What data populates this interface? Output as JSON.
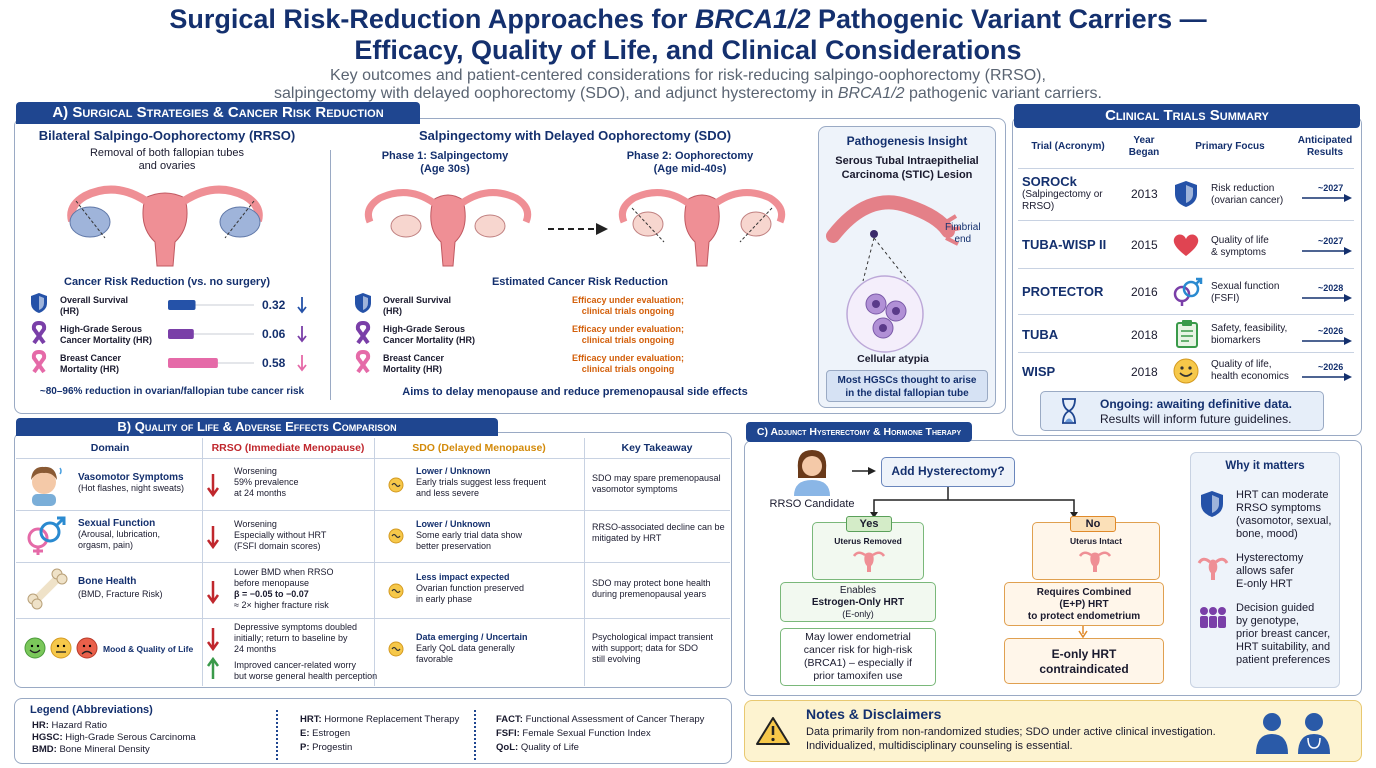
{
  "header": {
    "title_1": "Surgical Risk-Reduction Approaches for ",
    "title_em": "BRCA1/2",
    "title_2": " Pathogenic Variant Carriers —",
    "title_line2": "Efficacy, Quality of Life, and Clinical Considerations",
    "subtitle_1": "Key outcomes and patient-centered considerations for risk-reducing salpingo-oophorectomy (RRSO),",
    "subtitle_2": "salpingectomy with delayed oophorectomy (SDO), and adjunct hysterectomy in ",
    "subtitle_em": "BRCA1/2",
    "subtitle_3": " pathogenic variant carriers."
  },
  "sectionA": {
    "tab": "A) Surgical Strategies & Cancer Risk Reduction",
    "rrso": {
      "title": "Bilateral Salpingo-Oophorectomy (RRSO)",
      "desc_1": "Removal of both fallopian tubes",
      "desc_2": "and ovaries",
      "risk_title": "Cancer Risk Reduction (vs. no surgery)",
      "rows": [
        {
          "label_1": "Overall Survival",
          "label_2": "(HR)",
          "hr": 0.32,
          "hr_text": "0.32",
          "color": "#2552a8"
        },
        {
          "label_1": "High-Grade Serous",
          "label_2": "Cancer Mortality (HR)",
          "hr": 0.06,
          "hr_text": "0.06",
          "color": "#7a3fa8"
        },
        {
          "label_1": "Breast Cancer",
          "label_2": "Mortality (HR)",
          "hr": 0.58,
          "hr_text": "0.58",
          "color": "#e56aa8"
        }
      ],
      "footer": "~80–96% reduction in ovarian/fallopian tube cancer risk"
    },
    "sdo": {
      "title": "Salpingectomy with Delayed Oophorectomy (SDO)",
      "phase1": "Phase 1: Salpingectomy",
      "phase1_age": "(Age 30s)",
      "phase2": "Phase 2: Oophorectomy",
      "phase2_age": "(Age mid-40s)",
      "risk_title": "Estimated Cancer Risk Reduction",
      "rows": [
        {
          "label_1": "Overall Survival",
          "label_2": "(HR)",
          "status_1": "Efficacy under evaluation;",
          "status_2": "clinical trials ongoing"
        },
        {
          "label_1": "High-Grade Serous",
          "label_2": "Cancer Mortality (HR)",
          "status_1": "Efficacy under evaluation;",
          "status_2": "clinical trials ongoing"
        },
        {
          "label_1": "Breast Cancer",
          "label_2": "Mortality (HR)",
          "status_1": "Efficacy under evaluation;",
          "status_2": "clinical trials ongoing"
        }
      ],
      "footer": "Aims to delay menopause and reduce premenopausal side effects"
    },
    "patho": {
      "title": "Pathogenesis Insight",
      "sub_1": "Serous Tubal Intraepithelial",
      "sub_2": "Carcinoma (STIC) Lesion",
      "fimbrial_1": "Fimbrial",
      "fimbrial_2": "end",
      "atypia": "Cellular atypia",
      "note_1": "Most HGSCs thought to arise",
      "note_2": "in the distal fallopian tube"
    }
  },
  "trials": {
    "tab": "Clinical Trials Summary",
    "headers": {
      "acronym": "Trial (Acronym)",
      "year_1": "Year",
      "year_2": "Began",
      "focus": "Primary Focus",
      "results_1": "Anticipated",
      "results_2": "Results"
    },
    "rows": [
      {
        "name": "SOROCk",
        "name_sub_1": "(Salpingectomy or",
        "name_sub_2": "RRSO)",
        "year": "2013",
        "focus_1": "Risk reduction",
        "focus_2": "(ovarian cancer)",
        "result": "~2027",
        "icon": "shield-icon"
      },
      {
        "name": "TUBA-WISP II",
        "name_sub_1": "",
        "name_sub_2": "",
        "year": "2015",
        "focus_1": "Quality of life",
        "focus_2": "& symptoms",
        "result": "~2027",
        "icon": "heart-icon"
      },
      {
        "name": "PROTECTOR",
        "name_sub_1": "",
        "name_sub_2": "",
        "year": "2016",
        "focus_1": "Sexual function",
        "focus_2": "(FSFI)",
        "result": "~2028",
        "icon": "gender-icon"
      },
      {
        "name": "TUBA",
        "name_sub_1": "",
        "name_sub_2": "",
        "year": "2018",
        "focus_1": "Safety, feasibility,",
        "focus_2": "biomarkers",
        "result": "~2026",
        "icon": "clipboard-icon"
      },
      {
        "name": "WISP",
        "name_sub_1": "",
        "name_sub_2": "",
        "year": "2018",
        "focus_1": "Quality of life,",
        "focus_2": "health economics",
        "result": "~2026",
        "icon": "smiley-icon"
      }
    ],
    "ongoing_1": "Ongoing: awaiting definitive data.",
    "ongoing_2": "Results will inform future guidelines."
  },
  "sectionB": {
    "tab": "B) Quality of Life & Adverse Effects Comparison",
    "headers": {
      "domain": "Domain",
      "rrso": "RRSO (Immediate Menopause)",
      "sdo": "SDO (Delayed Menopause)",
      "key": "Key Takeaway"
    },
    "rows": [
      {
        "domain": "Vasomotor Symptoms",
        "domain_sub": "(Hot flashes, night sweats)",
        "rrso_1": "Worsening",
        "rrso_2": "59% prevalence",
        "rrso_3": "at 24 months",
        "sdo_1": "Lower / Unknown",
        "sdo_2": "Early trials suggest less frequent",
        "sdo_3": "and less severe",
        "key_1": "SDO may spare premenopausal",
        "key_2": "vasomotor symptoms"
      },
      {
        "domain": "Sexual Function",
        "domain_sub": "(Arousal, lubrication,",
        "domain_sub2": "orgasm, pain)",
        "rrso_1": "Worsening",
        "rrso_2": "Especially without HRT",
        "rrso_3": "(FSFI domain scores)",
        "sdo_1": "Lower / Unknown",
        "sdo_2": "Some early trial data show",
        "sdo_3": "better preservation",
        "key_1": "RRSO-associated decline can be",
        "key_2": "mitigated by HRT"
      },
      {
        "domain": "Bone Health",
        "domain_sub": "(BMD, Fracture Risk)",
        "rrso_1": "Lower BMD when RRSO",
        "rrso_2": "before menopause",
        "rrso_3": "β = −0.05 to −0.07",
        "rrso_4": "≈ 2× higher fracture risk",
        "sdo_1": "Less impact expected",
        "sdo_2": "Ovarian function preserved",
        "sdo_3": "in early phase",
        "key_1": "SDO may protect bone health",
        "key_2": "during premenopausal years"
      },
      {
        "domain": "Mood & Quality of Life",
        "rrso_1": "Depressive symptoms doubled",
        "rrso_2": "initially; return to baseline by",
        "rrso_3": "24 months",
        "rrso_4": "Improved cancer-related worry",
        "rrso_5": "but worse general health perception",
        "sdo_1": "Data emerging / Uncertain",
        "sdo_2": "Early QoL data generally",
        "sdo_3": "favorable",
        "key_1": "Psychological impact transient",
        "key_2": "with support; data for SDO",
        "key_3": "still evolving"
      }
    ]
  },
  "sectionC": {
    "tab": "C) Adjunct Hysterectomy & Hormone Therapy",
    "candidate": "RRSO Candidate",
    "question": "Add Hysterectomy?",
    "yes": "Yes",
    "no": "No",
    "removed": "Uterus Removed",
    "intact": "Uterus Intact",
    "yes_box_1": "Enables",
    "yes_box_2": "Estrogen-Only HRT",
    "yes_box_3": "(E-only)",
    "yes_note_1": "May lower endometrial",
    "yes_note_2": "cancer risk for high-risk",
    "yes_note_3": "(BRCA1) – especially if",
    "yes_note_4": "prior tamoxifen use",
    "no_box_1": "Requires Combined",
    "no_box_2": "(E+P) HRT",
    "no_box_3": "to protect endometrium",
    "no_note_1": "E-only HRT",
    "no_note_2": "contraindicated",
    "why_title": "Why it matters",
    "why": [
      {
        "l1": "HRT can moderate",
        "l2": "RRSO symptoms",
        "l3": "(vasomotor, sexual,",
        "l4": "bone, mood)"
      },
      {
        "l1": "Hysterectomy",
        "l2": "allows safer",
        "l3": "E-only HRT",
        "l4": ""
      },
      {
        "l1": "Decision guided",
        "l2": "by genotype,",
        "l3": "prior breast cancer,",
        "l4": "HRT suitability, and",
        "l5": "patient preferences"
      }
    ]
  },
  "legend": {
    "title": "Legend (Abbreviations)",
    "items": [
      {
        "k": "HR:",
        "v": "Hazard Ratio"
      },
      {
        "k": "HGSC:",
        "v": "High-Grade Serous Carcinoma"
      },
      {
        "k": "BMD:",
        "v": "Bone Mineral Density"
      },
      {
        "k": "HRT:",
        "v": "Hormone Replacement Therapy"
      },
      {
        "k": "E:",
        "v": "Estrogen"
      },
      {
        "k": "P:",
        "v": "Progestin"
      },
      {
        "k": "FACT:",
        "v": "Functional Assessment of Cancer Therapy"
      },
      {
        "k": "FSFI:",
        "v": "Female Sexual Function Index"
      },
      {
        "k": "QoL:",
        "v": "Quality of Life"
      }
    ]
  },
  "notes": {
    "title": "Notes & Disclaimers",
    "line_1": "Data primarily from non-randomized studies; SDO under active clinical investigation.",
    "line_2": "Individualized, multidisciplinary counseling is essential."
  }
}
